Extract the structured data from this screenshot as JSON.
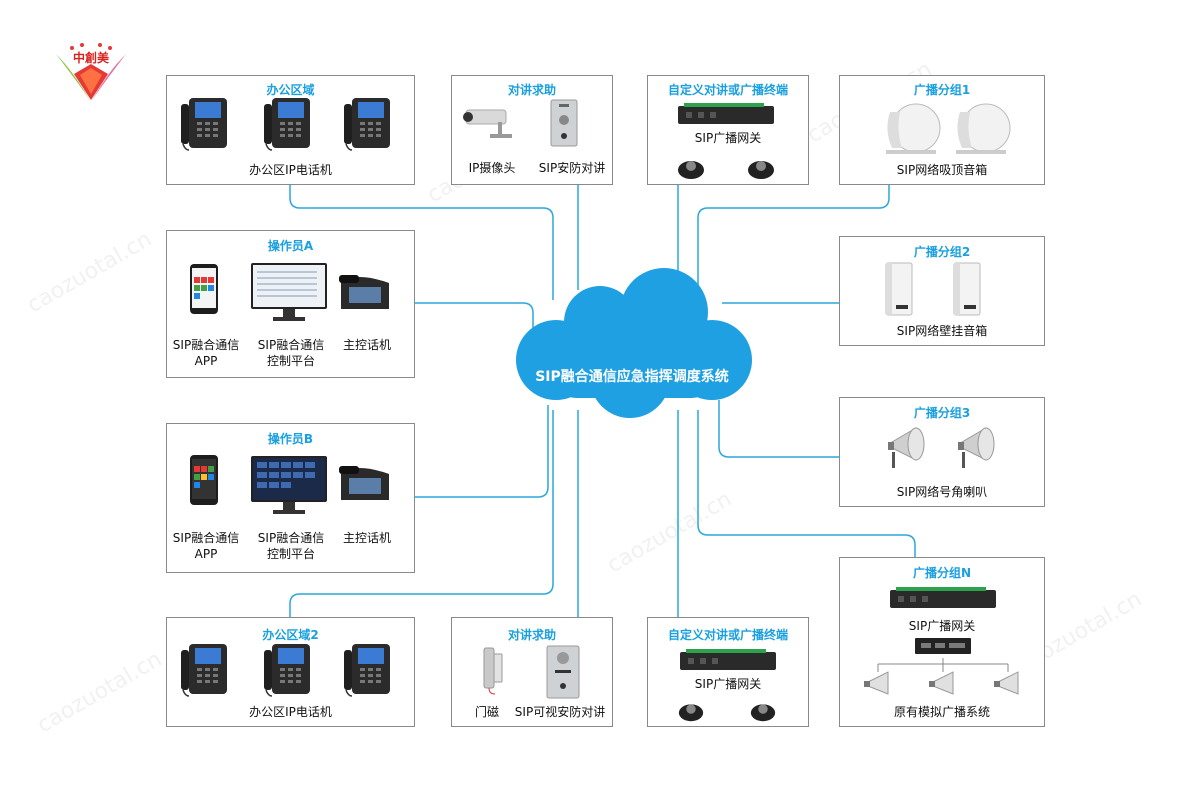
{
  "logo": {
    "text": "中創美"
  },
  "watermark": {
    "text": "caozuotal.cn"
  },
  "center": {
    "label": "SIP融合通信应急指挥调度系统"
  },
  "office1": {
    "title": "办公区域",
    "caption": "办公区IP电话机"
  },
  "intercom1": {
    "title": "对讲求助",
    "left_label": "IP摄像头",
    "right_label": "SIP安防对讲"
  },
  "custom1": {
    "title": "自定义对讲或广播终端",
    "gateway_label": "SIP广播网关"
  },
  "group1": {
    "title": "广播分组1",
    "caption": "SIP网络吸顶音箱"
  },
  "operatorA": {
    "title": "操作员A",
    "app_label": "SIP融合通信\nAPP",
    "platform_label": "SIP融合通信\n控制平台",
    "phone_label": "主控话机"
  },
  "group2": {
    "title": "广播分组2",
    "caption": "SIP网络壁挂音箱"
  },
  "group3": {
    "title": "广播分组3",
    "caption": "SIP网络号角喇叭"
  },
  "operatorB": {
    "title": "操作员B",
    "app_label": "SIP融合通信\nAPP",
    "platform_label": "SIP融合通信\n控制平台",
    "phone_label": "主控话机"
  },
  "groupN": {
    "title": "广播分组N",
    "gateway_label": "SIP广播网关",
    "caption": "原有模拟广播系统"
  },
  "office2": {
    "title": "办公区域2",
    "caption": "办公区IP电话机"
  },
  "intercom2": {
    "title": "对讲求助",
    "left_label": "门磁",
    "right_label": "SIP可视安防对讲"
  },
  "custom2": {
    "title": "自定义对讲或广播终端",
    "gateway_label": "SIP广播网关"
  },
  "colors": {
    "accent": "#1aa0e0",
    "line": "#2aa7dc",
    "box_border": "#8a8a8a",
    "cloud": "#1ea0e3"
  }
}
